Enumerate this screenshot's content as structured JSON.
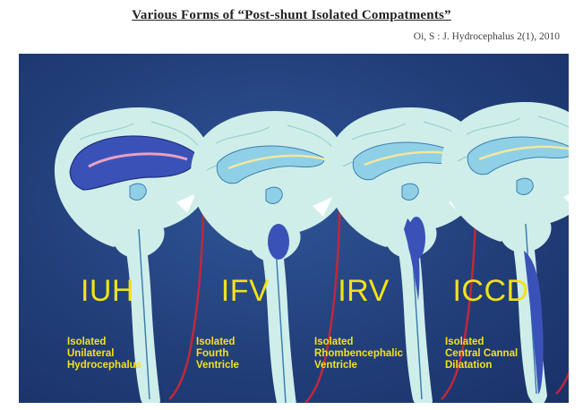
{
  "title": "Various Forms of “Post-shunt Isolated Compatments”",
  "citation": "Oi, S : J. Hydrocephalus 2(1), 2010",
  "panels": [
    {
      "abbr": "IUH",
      "lines": [
        "Isolated",
        "Unilateral",
        "Hydrocephalus"
      ]
    },
    {
      "abbr": "IFV",
      "lines": [
        "Isolated",
        "Fourth",
        "Ventricle"
      ]
    },
    {
      "abbr": "IRV",
      "lines": [
        "Isolated",
        "Rhombencephalic",
        "Ventricle"
      ]
    },
    {
      "abbr": "ICCD",
      "lines": [
        "Isolated",
        "Central Cannal",
        "Dilatation"
      ]
    }
  ],
  "colors": {
    "background": "#223f7a",
    "brain": "#cfeeea",
    "ventricle_light": "#8fd0e6",
    "ventricle_dark": "#3a52b8",
    "shunt": "#c0283a",
    "label": "#f2e21a"
  }
}
